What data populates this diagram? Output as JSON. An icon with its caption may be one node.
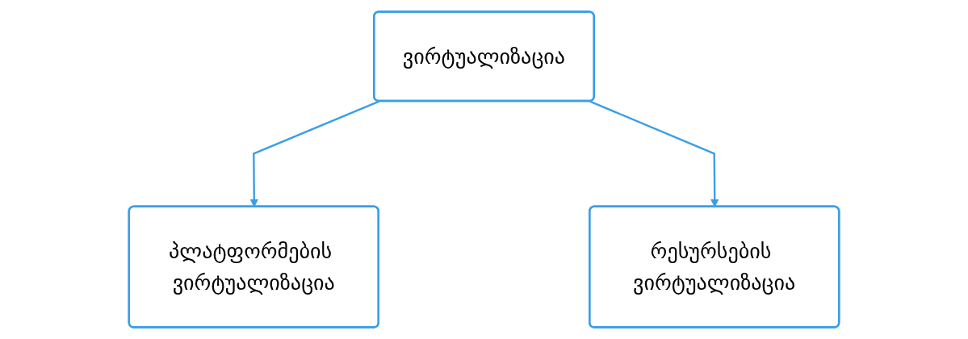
{
  "diagram": {
    "nodes": [
      {
        "text": [
          "ვირტუალიზაცია"
        ]
      },
      {
        "text": [
          "პლატფორმების ვირტუალიზაცია"
        ]
      },
      {
        "text": [
          "რესურსების ვირტუალიზაცია"
        ]
      }
    ],
    "edges": [
      {
        "from": 0,
        "to": 1,
        "arrow": "to"
      },
      {
        "from": 0,
        "to": 2,
        "arrow": "to"
      }
    ]
  }
}
